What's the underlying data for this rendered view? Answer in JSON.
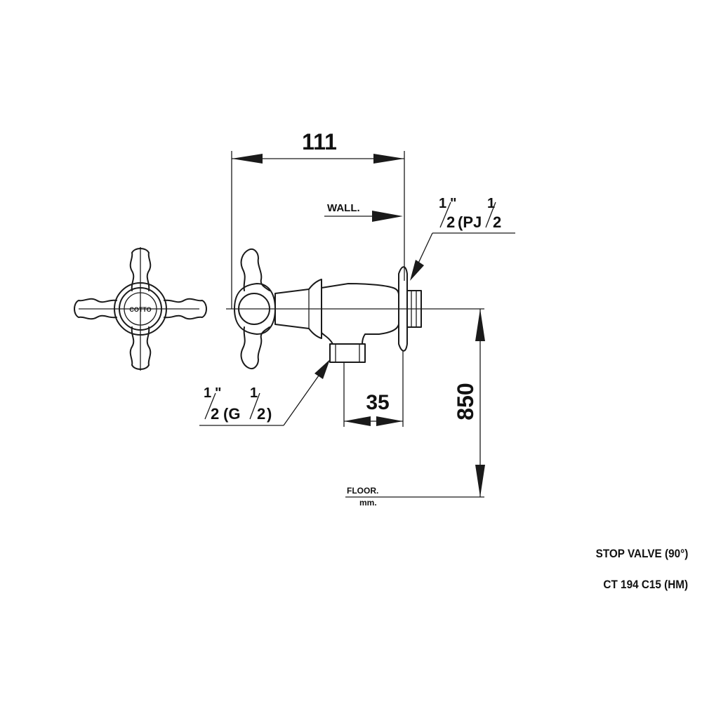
{
  "dimensions": {
    "length": "111",
    "offset": "35",
    "height": "850"
  },
  "labels": {
    "wall": "WALL.",
    "floor": "FLOOR.",
    "unit": "mm.",
    "inlet_thread": {
      "num": "1",
      "inch": "\"",
      "den": "2",
      "open": "(PJ",
      "num2": "1",
      "den2": "2"
    },
    "outlet_thread": {
      "num": "1",
      "inch": "\"",
      "den": "2",
      "open": "(G",
      "num2": "1",
      "den2": "2",
      "close": ")"
    },
    "brand_mark": "COTTO"
  },
  "product": {
    "name": "STOP VALVE (90°)",
    "code": "CT 194 C15 (HM)"
  }
}
